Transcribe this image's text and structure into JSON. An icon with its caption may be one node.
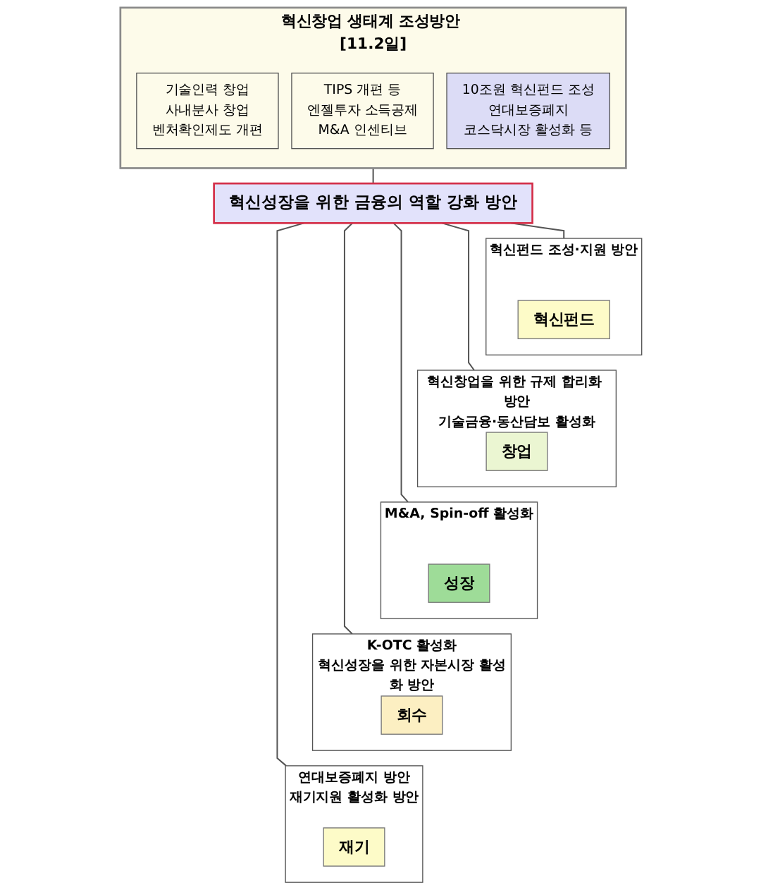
{
  "diagram": {
    "nodes": [
      {
        "text": [
          "혁신창업 생태계 조성방안 [11.2일]"
        ]
      },
      {
        "text": [
          "기술인력 창업",
          "사내분사 창업",
          "벤처확인제도 개편"
        ],
        "in": 0
      },
      {
        "text": [
          "TIPS 개편 등",
          "엔젤투자 소득공제",
          "M&A 인센티브"
        ],
        "in": 0
      },
      {
        "text": [
          "10조원 혁신펀드 조성",
          "연대보증폐지",
          "코스닥시장 활성화 등"
        ],
        "in": 0
      },
      {
        "text": [
          "혁신성장을 위한 금융의 역할 강화 방안"
        ]
      },
      {
        "text": [
          "혁신펀드 조성·지원 방안"
        ]
      },
      {
        "text": [
          "혁신펀드"
        ],
        "in": 5
      },
      {
        "text": [
          "혁신창업을 위한 규제 합리화 방안",
          "기술금융·동산담보 활성화"
        ]
      },
      {
        "text": [
          "창업"
        ],
        "in": 7
      },
      {
        "text": [
          "M&A, Spin-off 활성화"
        ]
      },
      {
        "text": [
          "성장"
        ],
        "in": 9
      },
      {
        "text": [
          "K-OTC 활성화",
          "혁신성장을 위한 자본시장 활성화 방안"
        ]
      },
      {
        "text": [
          "회수"
        ],
        "in": 11
      },
      {
        "text": [
          "연대보증폐지 방안",
          "재기지원 활성화 방안"
        ]
      },
      {
        "text": [
          "재기"
        ],
        "in": 13
      }
    ],
    "edges": [
      {
        "from": 0,
        "to": 4,
        "arrow": "none"
      },
      {
        "from": 4,
        "to": 5,
        "arrow": "none"
      },
      {
        "from": 4,
        "to": 7,
        "arrow": "none"
      },
      {
        "from": 4,
        "to": 9,
        "arrow": "none"
      },
      {
        "from": 4,
        "to": 11,
        "arrow": "none"
      },
      {
        "from": 4,
        "to": 13,
        "arrow": "none"
      }
    ]
  }
}
